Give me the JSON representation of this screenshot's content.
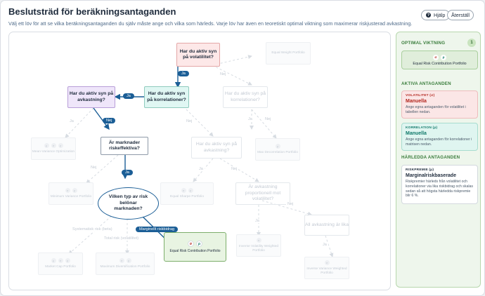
{
  "header": {
    "title": "Beslutsträd för beräkningsantaganden",
    "subtitle": "Välj ett löv för att se vilka beräkningsantaganden du själv måste ange och vilka som härleds. Varje löv har även en teoretiskt optimal viktning som maximerar riskjusterad avkastning.",
    "help_label": "Hjälp",
    "help_icon": "?",
    "reset_label": "Återställ"
  },
  "tree": {
    "q_vol": "Har du aktiv syn på volatilitet?",
    "q_corr": "Har du aktiv syn på korrelationer?",
    "q_ret": "Har du aktiv syn på avkastning?",
    "q_riskeff": "Är marknader riskeffektiva?",
    "q_risktype": "Vilken typ av risk belönar marknaden?",
    "f_corr": "Har du aktiv syn på korrelationer?",
    "f_ret": "Har du aktiv syn på avkastning?",
    "f_prop": "Är avkastning proportionell mot volatilitet?",
    "f_all": "All avkastning är lika",
    "leaf_equal_weight": "Equal Weight Portfolio",
    "leaf_mean_var": "Mean-Variance Optimization",
    "leaf_max_decorr": "Max Decorrelation Portfolio",
    "leaf_min_var": "Minimum Variance Portfolio",
    "leaf_equal_sharpe": "Equal Sharpe Portfolio",
    "leaf_inv_vol": "Inverse Volatility Weighted Portfolio",
    "leaf_inv_var": "Inverse Variance Weighted Portfolio",
    "leaf_market_cap": "Market Cap Portfolio",
    "leaf_max_div": "Maximum Diversification Portfolio",
    "leaf_erc": "Equal Risk Contribution Portfolio",
    "icon_mu": "μ",
    "icon_sigma": "σ",
    "icon_rho": "ρ",
    "yes": "Ja",
    "no": "Nej",
    "lbl_systematic": "Systematisk risk (beta)",
    "lbl_total": "Total risk (volatilitet)",
    "lbl_marginal": "Marginellt riskbidrag"
  },
  "sidebar": {
    "optimal_heading": "OPTIMAL VIKTNING",
    "optimal_count": "1",
    "optimal_label": "Equal Risk Contribution Portfolio",
    "active_heading": "AKTIVA ANTAGANDEN",
    "vol_key": "VOLATILITET (σ)",
    "vol_value": "Manuella",
    "vol_desc": "Ange egna antaganden för volatilitet i tabellen nedan.",
    "corr_key": "KORRELATION (ρ)",
    "corr_value": "Manuella",
    "corr_desc": "Ange egna antaganden för korrelationer i matrisen nedan.",
    "derived_heading": "HÄRLEDDA ANTAGANDEN",
    "prem_key": "RISKPREMIE (μ)",
    "prem_value": "Marginalriskbaserade",
    "prem_desc": "Riskpremier härleds från volatilitet och korrelationer via lika riskbidrag och skalas sedan så att högsta härledda riskpremie blir 6 %."
  },
  "colors": {
    "primary": "#1b5e96",
    "vol_node": "#fde8e8",
    "corr_node": "#e0f7f3",
    "ret_node": "#efe6fa",
    "selected_leaf": "#e8f4e2"
  }
}
